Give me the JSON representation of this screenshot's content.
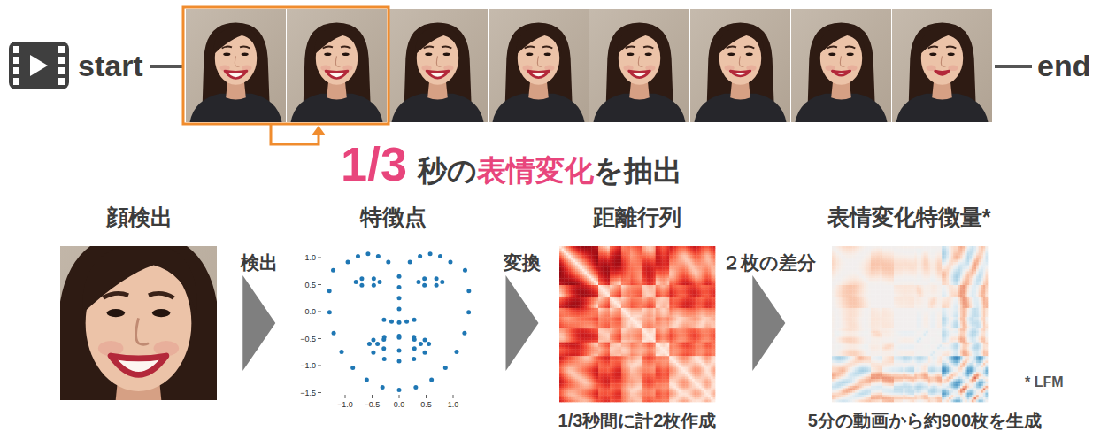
{
  "diagram": {
    "nodes": [
      {
        "text": [
          "顔検出"
        ]
      },
      {
        "text": [
          "特徴点"
        ]
      },
      {
        "text": [
          "距離行列"
        ]
      },
      {
        "text": [
          "表情変化特徴量*"
        ]
      }
    ],
    "edges": [
      {
        "from": 0,
        "to": 1,
        "arrow": "to",
        "label": "検出"
      },
      {
        "from": 1,
        "to": 2,
        "arrow": "to",
        "label": "変換"
      },
      {
        "from": 2,
        "to": 3,
        "arrow": "to",
        "label": "２枚の差分"
      }
    ],
    "labels": [
      "start",
      "end",
      "1/3",
      "秒の",
      "表情変化",
      "を抽出",
      "1.0",
      "0.5",
      "0.0",
      "−0.5",
      "−1.0",
      "−1.5",
      "−1.0",
      "−0.5",
      "0.0",
      "0.5",
      "1.0",
      "1/3秒間に計2枚作成",
      "5分の動画から約900枚を生成",
      "* LFM"
    ]
  }
}
